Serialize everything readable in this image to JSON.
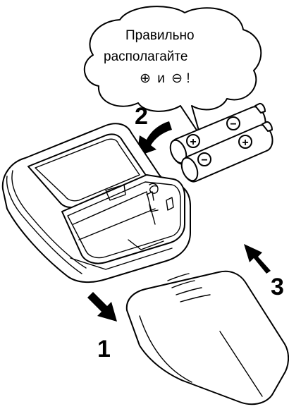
{
  "bubble": {
    "line1": "Правильно",
    "line2": "располагайте",
    "line3_plus": "⊕",
    "line3_and": "и",
    "line3_minus": "⊖",
    "line3_end": "!"
  },
  "steps": {
    "one": "1",
    "two": "2",
    "three": "3"
  },
  "battery_marks": {
    "plus": "+",
    "minus": "−"
  }
}
